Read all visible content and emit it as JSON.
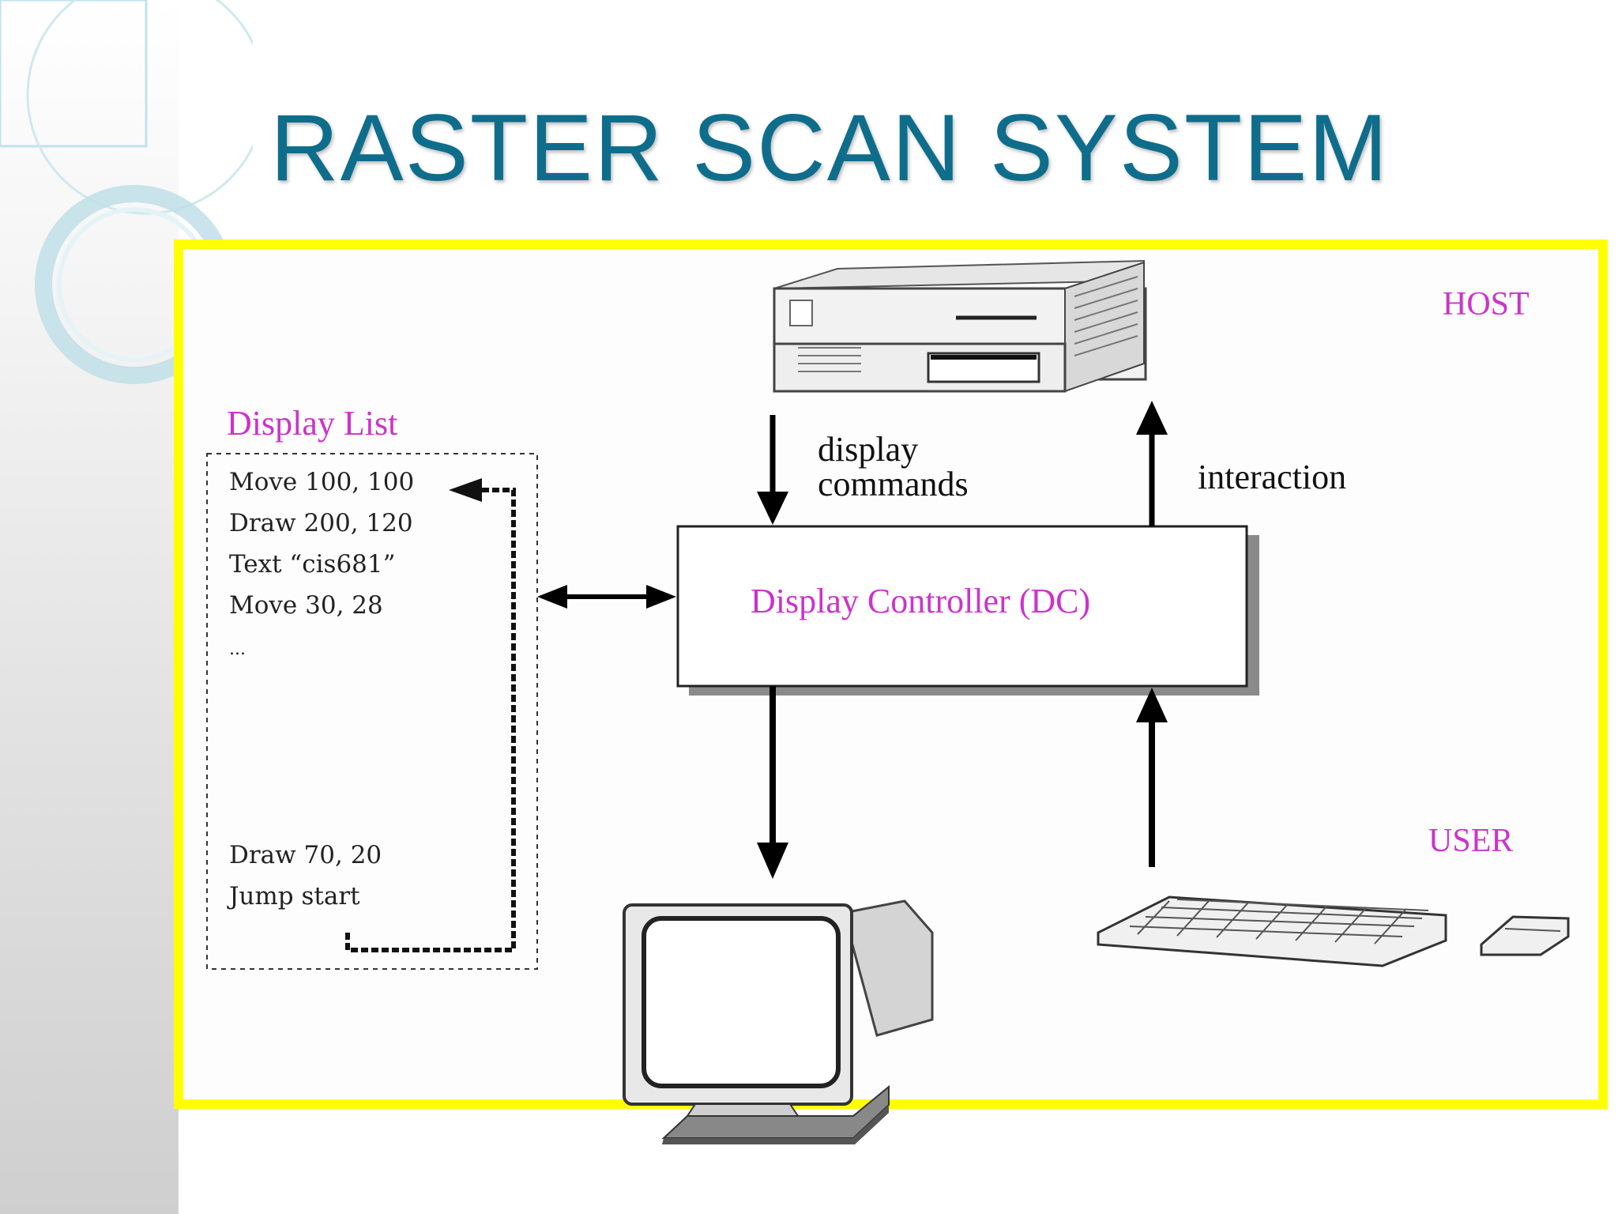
{
  "slide": {
    "title": "RASTER SCAN SYSTEM"
  },
  "diagram": {
    "host_label": "HOST",
    "user_label": "USER",
    "display_list_title": "Display List",
    "display_list_items": [
      "Move 100, 100",
      "Draw 200, 120",
      "Text “cis681”",
      "Move 30, 28",
      "...",
      "Draw 70, 20",
      "Jump start"
    ],
    "controller_label": "Display Controller (DC)",
    "display_commands_line1": "display",
    "display_commands_line2": "commands",
    "interaction_label": "interaction"
  },
  "colors": {
    "title": "#0f6d8c",
    "frame": "#ffff00",
    "magenta_labels": "#cc33cc"
  }
}
